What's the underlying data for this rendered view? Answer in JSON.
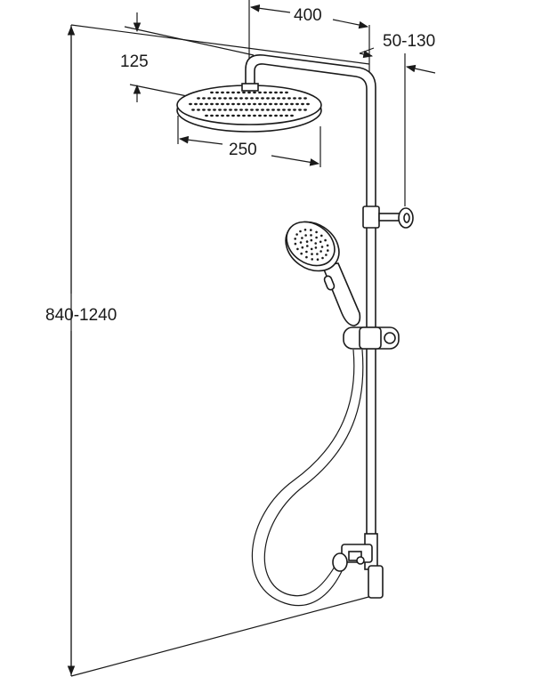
{
  "dimensions": {
    "arm_length": "400",
    "wall_offset": "50-130",
    "head_drop": "125",
    "head_diameter": "250",
    "height_range": "840-1240"
  }
}
